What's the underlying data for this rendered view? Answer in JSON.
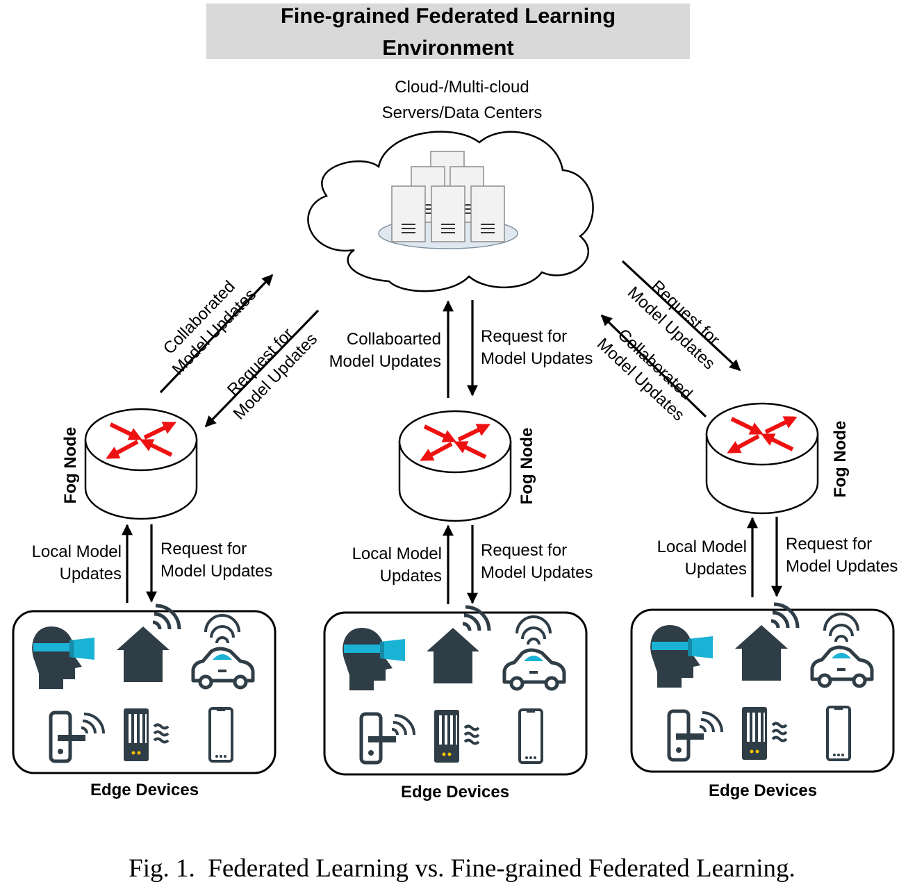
{
  "title": "Fine-grained Federated Learning Environment",
  "cloud_label": [
    "Cloud-/Multi-cloud",
    "Servers/Data Centers"
  ],
  "fog_node_label": "Fog Node",
  "edge_devices_label": "Edge Devices",
  "left_links": {
    "collab": [
      "Collaborated",
      "Model Updates"
    ],
    "request": [
      "Request for",
      "Model Updates"
    ]
  },
  "center_links": {
    "collab": [
      "Collaboarted",
      "Model Updates"
    ],
    "request": [
      "Request for",
      "Model Updates"
    ]
  },
  "right_links": {
    "request": [
      "Request for",
      "Model Updates"
    ],
    "collab": [
      "Collaborated",
      "Model Updates"
    ]
  },
  "local_model_updates": [
    "Local Model",
    "Updates"
  ],
  "request_for_model_updates": [
    "Request for",
    "Model Updates"
  ],
  "device_icons": [
    "vr-headset-icon",
    "smart-home-icon",
    "connected-car-icon",
    "smart-lock-icon",
    "sensor-device-icon",
    "smartphone-icon"
  ],
  "caption": "Fig. 1.  Federated Learning vs. Fine-grained Federated Learning.",
  "colors": {
    "title_bar": "#d9d9d9",
    "router_arrows": "#ee1111",
    "device_dark": "#2f3d47",
    "device_accent": "#1ab3d6",
    "server": "#f2f2f2"
  }
}
